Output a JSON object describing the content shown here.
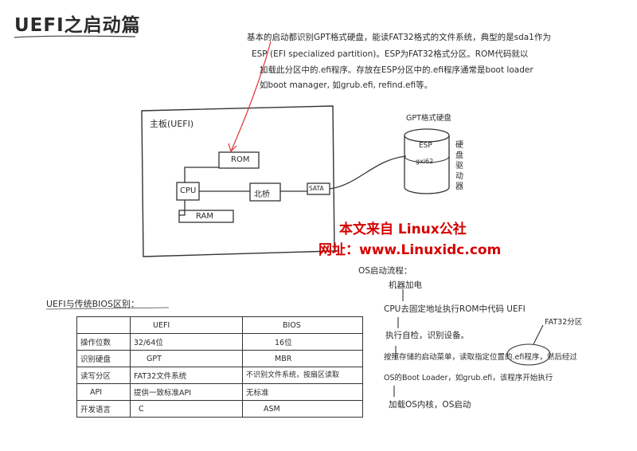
{
  "title": "UEFI之启动篇",
  "top_note": {
    "line1": "基本的启动都识别GPT格式硬盘，能读FAT32格式的文件系统，典型的是sda1作为",
    "line2": "ESP (EFI specialized partition)。ESP为FAT32格式分区。ROM代码就以",
    "line3": "加载此分区中的.efi程序。存放在ESP分区中的.efi程序通常是boot loader",
    "line4": "如boot manager, 如grub.efi, refind.efi等。"
  },
  "mainboard": {
    "label": "主板(UEFI)",
    "rom": "ROM",
    "cpu": "CPU",
    "northbridge": "北桥",
    "sata": "SATA",
    "ram": "RAM"
  },
  "disk": {
    "caption": "GPT格式硬盘",
    "esp": "ESP",
    "partition": "gxi62",
    "side_label": "硬盘驱动器"
  },
  "watermark": {
    "line1": "本文来自 Linux公社",
    "line2": "网址：www.Linuxidc.com"
  },
  "comparison": {
    "heading": "UEFI与传统BIOS区别：",
    "headers": [
      "",
      "UEFI",
      "BIOS"
    ],
    "rows": [
      [
        "操作位数",
        "32/64位",
        "16位"
      ],
      [
        "识别硬盘",
        "GPT",
        "MBR"
      ],
      [
        "读写分区",
        "FAT32文件系统",
        "不识别文件系统，按扇区读取"
      ],
      [
        "API",
        "提供一致标准API",
        "无标准"
      ],
      [
        "开发语言",
        "C",
        "ASM"
      ]
    ]
  },
  "boot_flow": {
    "heading": "OS启动流程：",
    "steps": [
      "机器加电",
      "CPU去固定地址执行ROM中代码 UEFI",
      "执行自检，识别设备。",
      "按照存储的启动菜单，读取指定位置的.efi程序，然后经过",
      "OS的Boot Loader，如grub.efi，该程序开始执行",
      "加载OS内核，OS启动"
    ],
    "annotation": "FAT32分区"
  }
}
